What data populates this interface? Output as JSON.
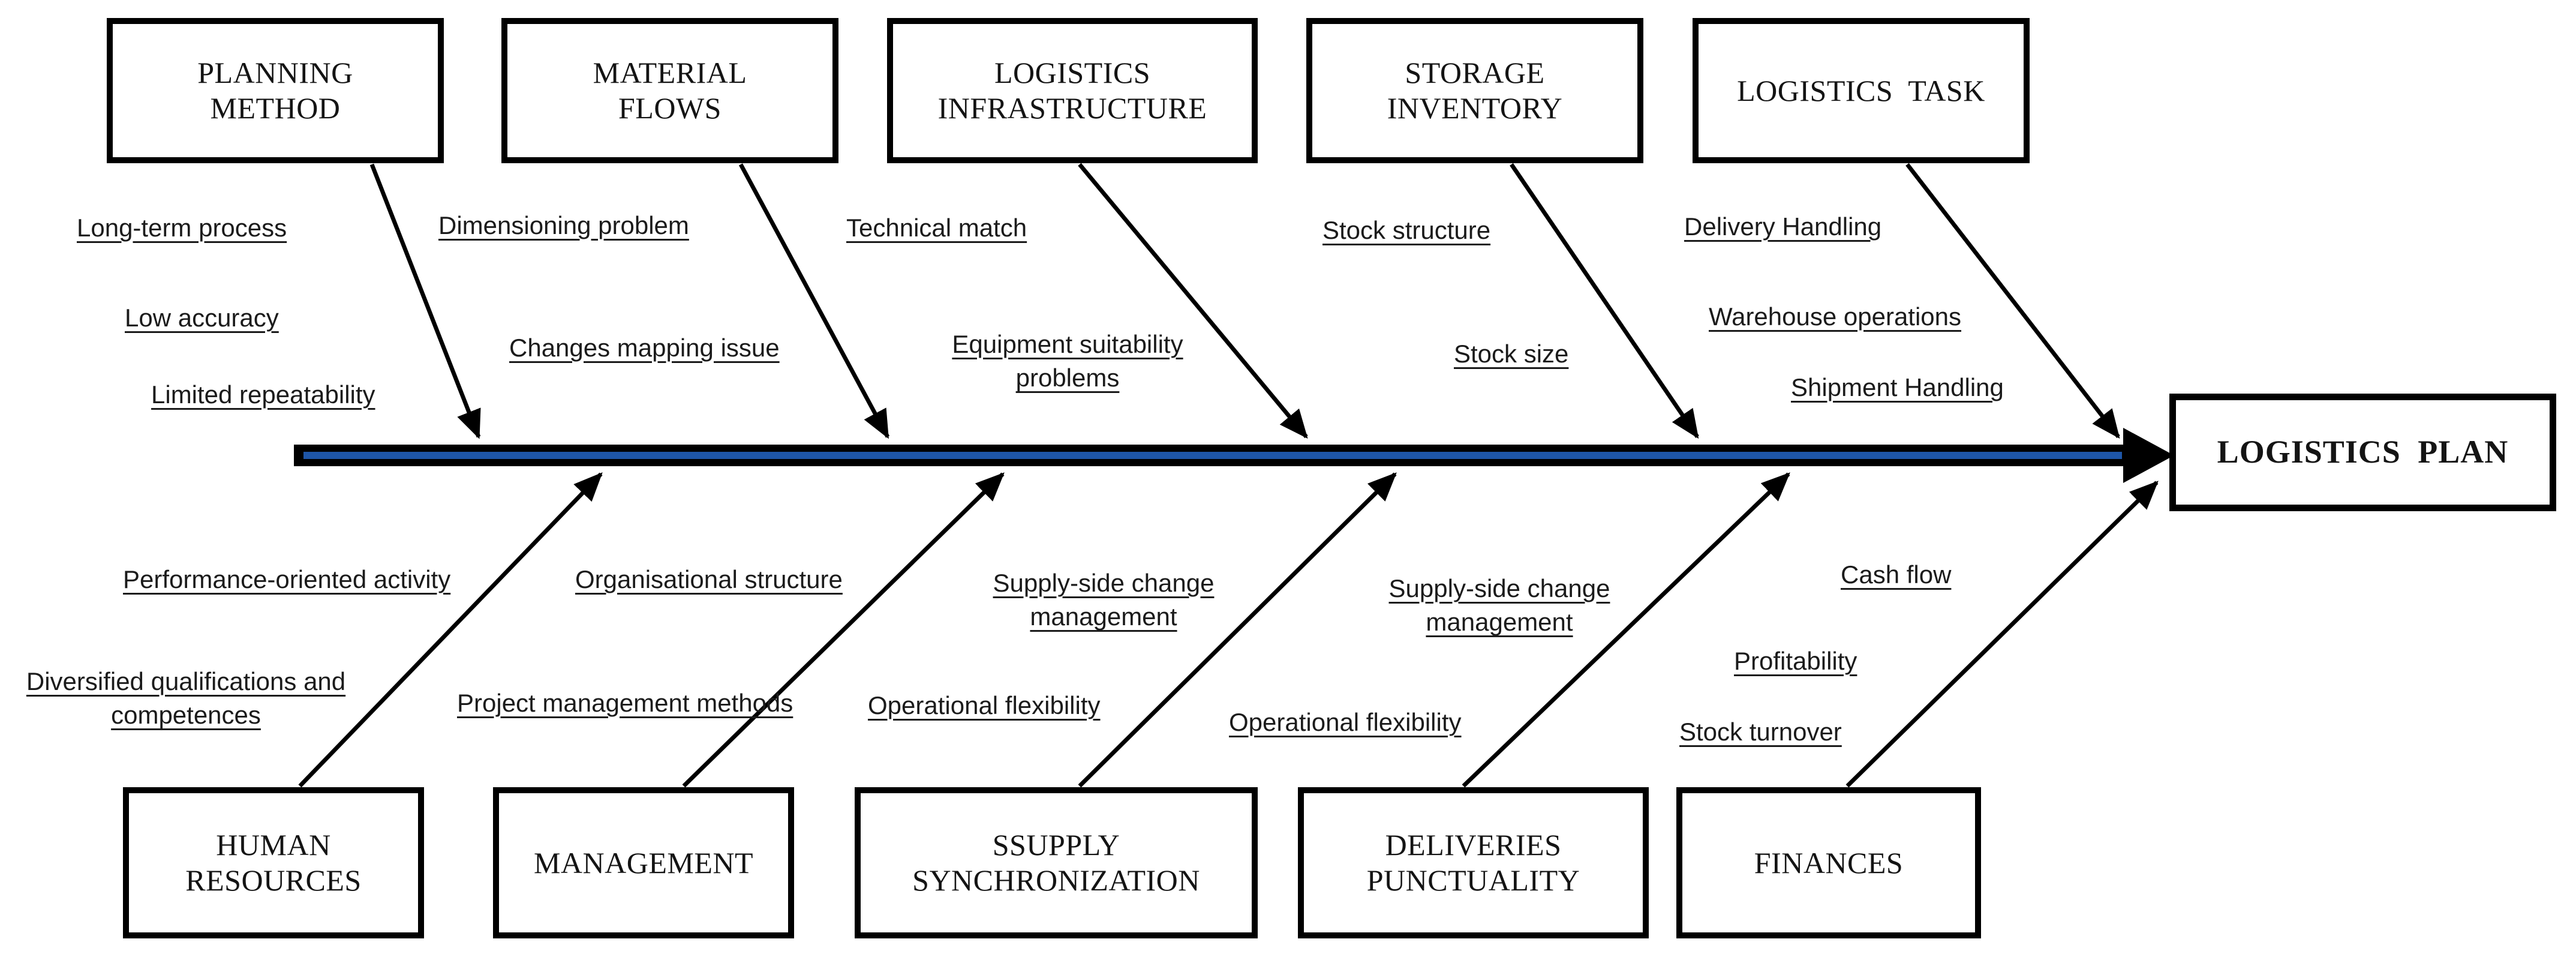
{
  "diagram": {
    "type": "fishbone-ishikawa",
    "effect": "LOGISTICS PLAN",
    "colors": {
      "spine_accent": "#1E56A8",
      "ink": "#000000"
    },
    "top_categories": [
      {
        "title": "PLANNING\nMETHOD",
        "causes": [
          "Long-term process",
          "Low accuracy",
          "Limited repeatability"
        ]
      },
      {
        "title": "MATERIAL\nFLOWS",
        "causes": [
          "Dimensioning problem",
          "Changes mapping issue"
        ]
      },
      {
        "title": "LOGISTICS\nINFRASTRUCTURE",
        "causes": [
          "Technical match",
          "Equipment suitability\nproblems"
        ]
      },
      {
        "title": "STORAGE\nINVENTORY",
        "causes": [
          "Stock structure",
          "Stock size"
        ]
      },
      {
        "title": "LOGISTICS  TASK",
        "causes": [
          "Delivery Handling",
          "Warehouse operations",
          "Shipment Handling"
        ]
      }
    ],
    "bottom_categories": [
      {
        "title": "HUMAN\nRESOURCES",
        "causes": [
          "Performance-oriented activity",
          "Diversified qualifications and\ncompetences"
        ]
      },
      {
        "title": "MANAGEMENT",
        "causes": [
          "Organisational structure",
          "Project management methods"
        ]
      },
      {
        "title": "SSUPPLY\nSYNCHRONIZATION",
        "causes": [
          "Supply-side change\nmanagement",
          "Operational flexibility"
        ]
      },
      {
        "title": "DELIVERIES\nPUNCTUALITY",
        "causes": [
          "Supply-side change\nmanagement",
          "Operational flexibility"
        ]
      },
      {
        "title": "FINANCES",
        "causes": [
          "Cash flow",
          "Profitability",
          "Stock turnover"
        ]
      }
    ]
  }
}
